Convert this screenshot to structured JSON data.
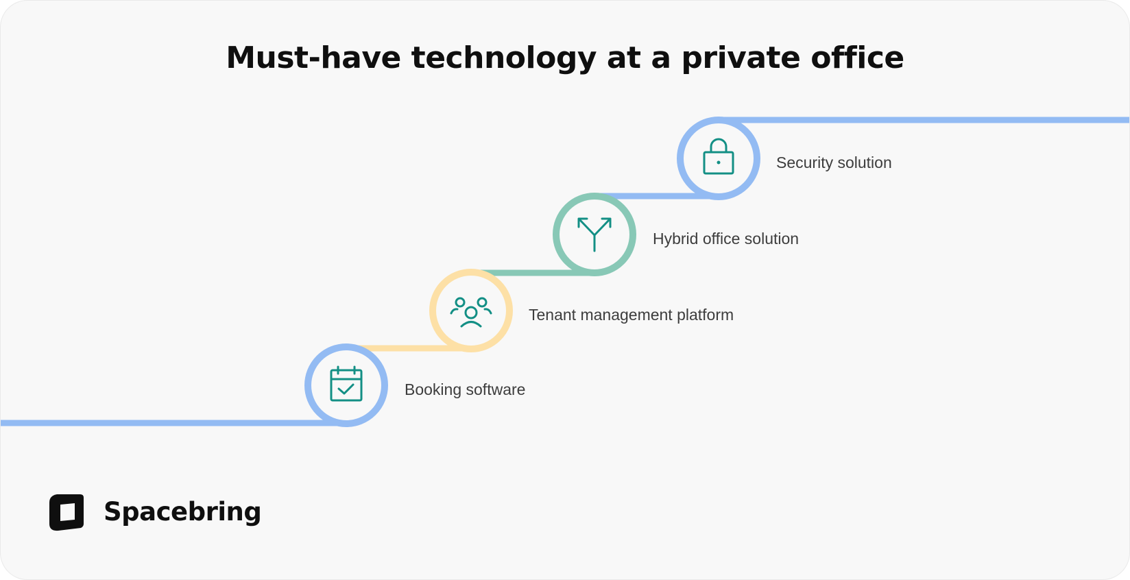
{
  "title": "Must-have technology at a private office",
  "steps": [
    {
      "label": "Booking software",
      "icon": "calendar-check-icon",
      "ring_color": "#93bbf3"
    },
    {
      "label": "Tenant management platform",
      "icon": "users-group-icon",
      "ring_color": "#fde0a6"
    },
    {
      "label": "Hybrid office solution",
      "icon": "split-arrows-icon",
      "ring_color": "#88c8b6"
    },
    {
      "label": "Security solution",
      "icon": "lock-icon",
      "ring_color": "#93bbf3"
    }
  ],
  "colors": {
    "icon": "#138f85",
    "path_blue": "#93bbf3",
    "path_yellow": "#fde0a6",
    "path_green": "#88c8b6"
  },
  "brand": {
    "name": "Spacebring",
    "logo_icon": "spacebring-logo-icon"
  }
}
